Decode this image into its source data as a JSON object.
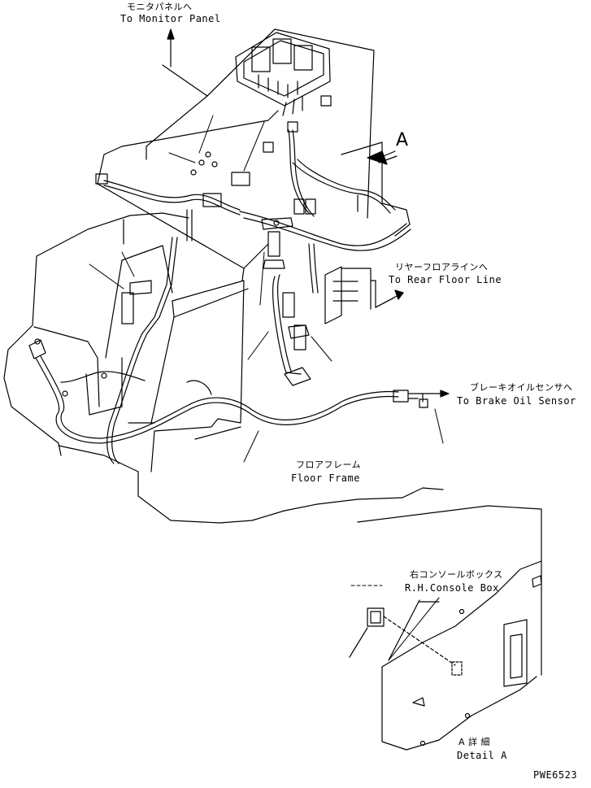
{
  "diagram": {
    "labels": {
      "monitor_panel_ja": "モニタパネルへ",
      "monitor_panel_en": "To Monitor Panel",
      "view_a": "A",
      "rear_floor_ja": "リヤーフロアラインへ",
      "rear_floor_en": "To Rear Floor Line",
      "brake_sensor_ja": "ブレーキオイルセンサへ",
      "brake_sensor_en": "To Brake Oil Sensor",
      "floor_frame_ja": "フロアフレーム",
      "floor_frame_en": "Floor Frame",
      "console_box_ja": "右コンソールボックス",
      "console_box_en": "R.H.Console Box",
      "detail_a_ja": "A 詳 細",
      "detail_a_en": "Detail A",
      "drawing_code": "PWE6523"
    },
    "colors": {
      "line": "#000000",
      "background": "#ffffff"
    }
  }
}
